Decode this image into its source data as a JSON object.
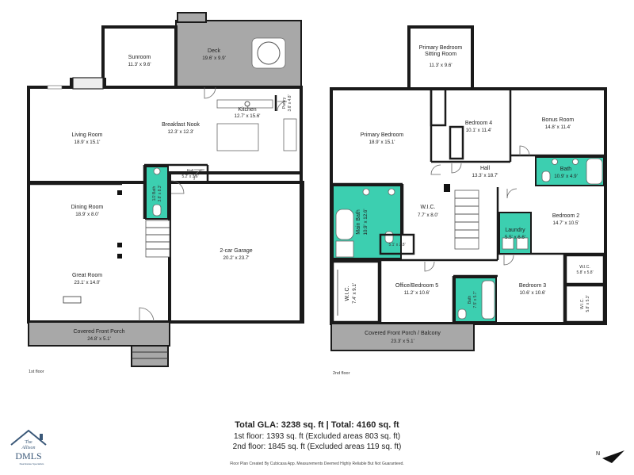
{
  "floor1": {
    "caption": "1st floor",
    "rooms": {
      "sunroom": {
        "name": "Sunroom",
        "dims": "11.3' x 9.6'"
      },
      "deck": {
        "name": "Deck",
        "dims": "19.6' x 9.9'"
      },
      "pantry": {
        "name": "Pantry",
        "dims": "3.6' x 4.8'"
      },
      "kitchen": {
        "name": "Kitchen",
        "dims": "12.7' x 15.6'"
      },
      "living": {
        "name": "Living Room",
        "dims": "18.9' x 15.1'"
      },
      "breakfast": {
        "name": "Breakfast Nook",
        "dims": "12.3' x 12.3'"
      },
      "hall": {
        "name": "Hall",
        "dims": "5.2' x 3.6'"
      },
      "halfbath": {
        "name": "1/2 Bath",
        "dims": "3.8' x 8.3'"
      },
      "dining": {
        "name": "Dining Room",
        "dims": "18.9' x 8.0'"
      },
      "garage": {
        "name": "2-car Garage",
        "dims": "20.2' x 23.7'"
      },
      "great": {
        "name": "Great Room",
        "dims": "23.1' x 14.0'"
      },
      "porch": {
        "name": "Covered Front Porch",
        "dims": "24.8' x 5.1'"
      }
    }
  },
  "floor2": {
    "caption": "2nd floor",
    "rooms": {
      "sitting": {
        "name": "Primary Bedroom Sitting Room",
        "dims": "11.3' x 9.6'"
      },
      "primary": {
        "name": "Primary Bedroom",
        "dims": "18.9' x 15.1'"
      },
      "bed4": {
        "name": "Bedroom 4",
        "dims": "10.1' x 11.4'"
      },
      "bonus": {
        "name": "Bonus Room",
        "dims": "14.8' x 11.4'"
      },
      "hall": {
        "name": "Hall",
        "dims": "13.3' x 18.7'"
      },
      "bath": {
        "name": "Bath",
        "dims": "10.9' x 4.9'"
      },
      "mainbath": {
        "name": "Main Bath",
        "dims": "10.9' x 12.6'"
      },
      "wic1": {
        "name": "W.I.C.",
        "dims": "7.7' x 8.0'"
      },
      "closet": {
        "name": "",
        "dims": "5.1' x 2.8'"
      },
      "laundry": {
        "name": "Laundry",
        "dims": "5.5' x 6.6'"
      },
      "bed2": {
        "name": "Bedroom 2",
        "dims": "14.7' x 10.5'"
      },
      "wic2": {
        "name": "W.I.C.",
        "dims": "7.4' x 9.1'"
      },
      "office": {
        "name": "Office/Bedroom 5",
        "dims": "11.2' x 10.6'"
      },
      "bath2": {
        "name": "Bath",
        "dims": "7.5' x 5.7'"
      },
      "bed3": {
        "name": "Bedroom 3",
        "dims": "10.6' x 10.6'"
      },
      "wic3": {
        "name": "W.I.C.",
        "dims": "5.8' x 5.8'"
      },
      "wic4": {
        "name": "W.I.C.",
        "dims": "5.8' x 5.3'"
      },
      "porch": {
        "name": "Covered Front Porch / Balcony",
        "dims": "23.3' x 5.1'"
      }
    }
  },
  "summary": {
    "title": "Total GLA: 3238 sq. ft | Total: 4160 sq. ft",
    "line1": "1st floor: 1393 sq. ft (Excluded areas 803 sq. ft)",
    "line2": "2nd floor: 1845 sq. ft (Excluded areas 119 sq. ft)",
    "credit": "Floor Plan Created By Cubicasa App. Measurements Deemed Highly Reliable But Not Guaranteed."
  },
  "logo": {
    "line1": "The",
    "line2": "Allison",
    "line3": "DMLS",
    "line4": "Real Estate Specialists"
  },
  "compass": {
    "label": "N"
  },
  "colors": {
    "bath": "#3ccfb0",
    "excluded": "#a8a8a8",
    "wall": "#1a1a1a"
  }
}
